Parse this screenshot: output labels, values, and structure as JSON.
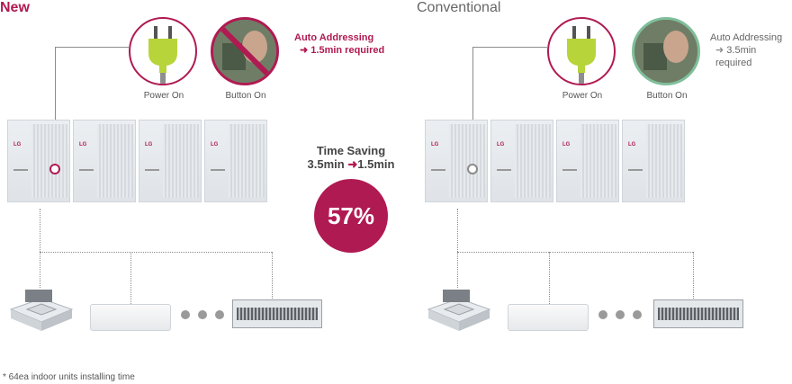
{
  "left": {
    "title": "New",
    "power_caption": "Power On",
    "button_caption": "Button On",
    "auto_addressing": "Auto Addressing",
    "required": "1.5min required"
  },
  "right": {
    "title": "Conventional",
    "power_caption": "Power On",
    "button_caption": "Button On",
    "auto_addressing": "Auto Addressing",
    "required": "3.5min required"
  },
  "saving": {
    "label": "Time Saving",
    "from": "3.5min",
    "to": "1.5min",
    "percent": "57%"
  },
  "footnote": "* 64ea indoor units installing time",
  "unit_logo": "LG",
  "colors": {
    "accent": "#b01a52",
    "conventional": "#666666",
    "green_ring": "#7fbf9a",
    "plug": "#b7d43a"
  },
  "icons": [
    "arrow-right-icon",
    "plug-icon",
    "no-button-icon",
    "button-press-icon"
  ]
}
